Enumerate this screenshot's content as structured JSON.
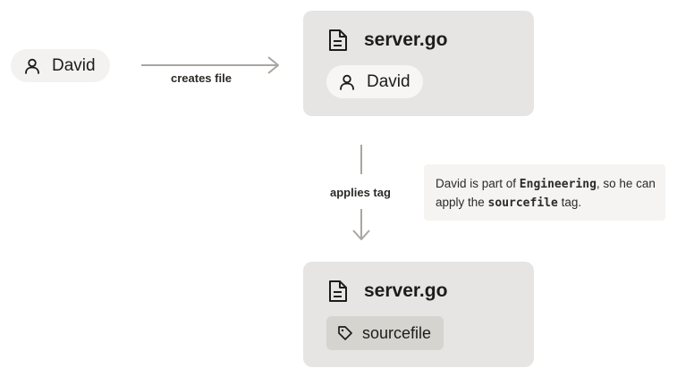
{
  "user": {
    "name": "David"
  },
  "edges": {
    "creates_label": "creates file",
    "applies_label": "applies tag"
  },
  "file_card_top": {
    "filename": "server.go",
    "owner": "David"
  },
  "file_card_bottom": {
    "filename": "server.go",
    "tag": "sourcefile"
  },
  "note": {
    "part1": "David is part of ",
    "group": "Engineering",
    "part2": ", so he can apply the ",
    "tag": "sourcefile",
    "part3": " tag."
  },
  "icons": {
    "user": "user-icon",
    "file": "file-icon",
    "tag": "tag-icon"
  },
  "colors": {
    "card_bg": "#e6e5e3",
    "pill_bg": "#f3f2f0",
    "tag_bg": "#d6d4cf",
    "arrow": "#a9a6a1",
    "note_bg": "#f5f4f2"
  }
}
